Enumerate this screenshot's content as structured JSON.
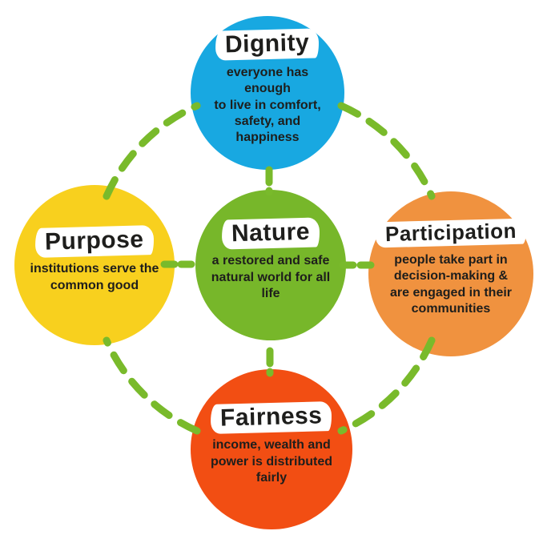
{
  "diagram": {
    "connector_color": "#79ba2b",
    "text_color": "#1e1e1c",
    "highlight_color": "#ffffff",
    "background_color": "#ffffff",
    "nodes": [
      {
        "id": "dignity",
        "title": "Dignity",
        "subtitle": "everyone has enough\nto live in comfort,\nsafety, and happiness",
        "color": "#18a8e1",
        "position": "top"
      },
      {
        "id": "purpose",
        "title": "Purpose",
        "subtitle": "institutions serve the\ncommon good",
        "color": "#f8d01e",
        "position": "left"
      },
      {
        "id": "nature",
        "title": "Nature",
        "subtitle": "a restored and safe\nnatural world for all\nlife",
        "color": "#77b72a",
        "position": "center"
      },
      {
        "id": "participation",
        "title": "Participation",
        "subtitle": "people take part in\ndecision-making &\nare engaged in their\ncommunities",
        "color": "#f0923f",
        "position": "right"
      },
      {
        "id": "fairness",
        "title": "Fairness",
        "subtitle": "income, wealth and\npower is distributed\nfairly",
        "color": "#f24e13",
        "position": "bottom"
      }
    ]
  }
}
